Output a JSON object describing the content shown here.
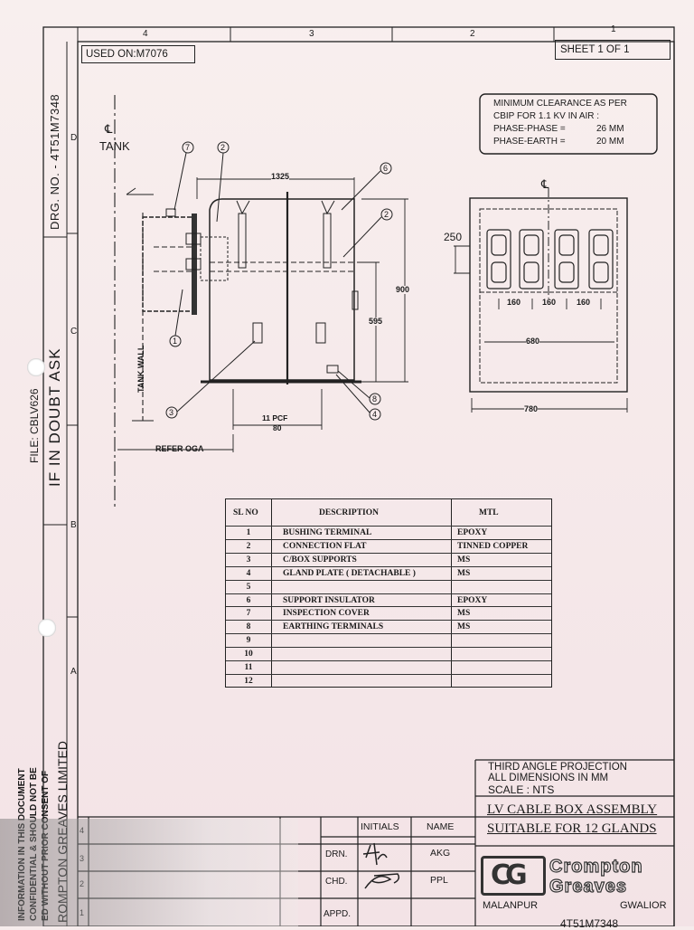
{
  "drawing_number": "DRG. NO. - 4T51M7348",
  "file_name": "FILE: CBLV626",
  "doubt_notice": "IF IN DOUBT ASK",
  "company_vertical": "ROMPTON GREAVES LIMITED",
  "confidential_notice": [
    "INFORMATION IN THIS DOCUMENT",
    "CONFIDENTIAL & SHOULD NOT BE",
    "ED WITHOUT PRIOR CONSENT OF"
  ],
  "used_on": "USED ON:M7076",
  "sheet": "SHEET 1 OF 1",
  "zone_columns": [
    "4",
    "3",
    "2",
    "1"
  ],
  "zone_rows": [
    "D",
    "C",
    "B",
    "A"
  ],
  "clearance_note": [
    "MINIMUM CLEARANCE AS PER",
    "CBIP FOR 1.1 KV IN AIR :",
    "PHASE-PHASE =",
    "26 MM",
    "PHASE-EARTH =",
    "20 MM"
  ],
  "side_view": {
    "tank_label": "TANK",
    "centerline": "℄",
    "tank_wall": "TANK WALL",
    "refer_oga": "REFER OGA",
    "dim_width": "1325",
    "dim_height": "900",
    "dim_inner": "595",
    "dim_pcd": "11 PCF",
    "dim_pcd2": "80",
    "balloons": [
      "7",
      "2",
      "6",
      "2",
      "1",
      "3",
      "8",
      "4"
    ]
  },
  "front_view": {
    "centerline": "℄",
    "dim_250": "250",
    "pitch": [
      "160",
      "160",
      "160"
    ],
    "dim_680": "680",
    "dim_780": "780"
  },
  "parts_table": {
    "headers": [
      "SL NO",
      "DESCRIPTION",
      "MTL"
    ],
    "rows": [
      [
        "1",
        "BUSHING TERMINAL",
        "EPOXY"
      ],
      [
        "2",
        "CONNECTION FLAT",
        "TINNED COPPER"
      ],
      [
        "3",
        "C/BOX SUPPORTS",
        "MS"
      ],
      [
        "4",
        "GLAND PLATE ( DETACHABLE )",
        "MS"
      ],
      [
        "5",
        "",
        ""
      ],
      [
        "6",
        "SUPPORT INSULATOR",
        "EPOXY"
      ],
      [
        "7",
        "INSPECTION COVER",
        "MS"
      ],
      [
        "8",
        "EARTHING TERMINALS",
        "MS"
      ],
      [
        "9",
        "",
        ""
      ],
      [
        "10",
        "",
        ""
      ],
      [
        "11",
        "",
        ""
      ],
      [
        "12",
        "",
        ""
      ]
    ]
  },
  "title_block": {
    "projection": "THIRD ANGLE PROJECTION",
    "dimensions": "ALL DIMENSIONS IN MM",
    "scale": "SCALE : NTS",
    "title_line1": "LV CABLE BOX ASSEMBLY",
    "title_line2": "SUITABLE FOR 12 GLANDS",
    "initials_header": "INITIALS",
    "name_header": "NAME",
    "drn_label": "DRN.",
    "drn_name": "AKG",
    "chd_label": "CHD.",
    "chd_name": "PPL",
    "appd_label": "APPD.",
    "company_name_1": "Crompton",
    "company_name_2": "Greaves",
    "logo_letters": "CG",
    "location_left": "MALANPUR",
    "location_right": "GWALIOR",
    "bottom_cut": "4T51M7348",
    "revision_rows": [
      "4",
      "3",
      "2",
      "1"
    ]
  }
}
